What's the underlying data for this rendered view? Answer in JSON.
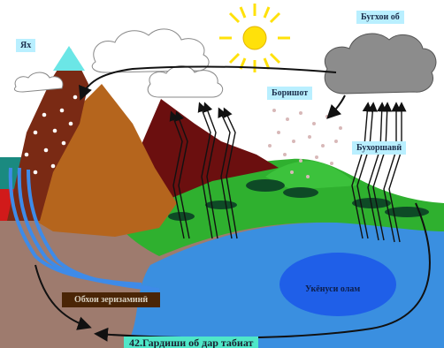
{
  "labels": {
    "ice": "Ях",
    "water_vapor": "Бугхои об",
    "precipitation": "Боришот",
    "evaporation": "Бухоршавӣ",
    "groundwater": "Обхои зеризаминӣ",
    "ocean": "Укёнуси олам",
    "caption": "42.Гардиши об дар табиат"
  },
  "colors": {
    "sky": "#ffffff",
    "label_box": "#b9efff",
    "ocean": "#3a8fe0",
    "ocean_inner": "#1f5fe8",
    "ground": "#9e7b6e",
    "hills": "#2fb02f",
    "brown_mountain": "#b5651d",
    "dark_mountain": "#6b0f0f",
    "sun": "#ffe10a",
    "rain_cloud": "#8c8c8c",
    "caption_bg": "#4fe7c8",
    "groundwater_label_bg": "#4a2506"
  }
}
